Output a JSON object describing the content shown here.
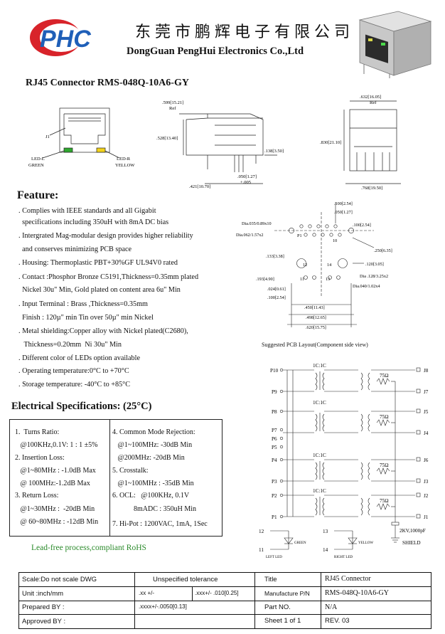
{
  "header": {
    "logo_text": "PHC",
    "company_cn": "东莞市鹏辉电子有限公司",
    "company_en": "DongGuan PengHui Electronics Co.,Ltd"
  },
  "part_title": "RJ45 Connector  RMS-048Q-10A6-GY",
  "drawing_labels": {
    "j1": "J1",
    "led_l": "LED-L",
    "green": "GREEN",
    "led_r": "LED-R",
    "yellow": "YELLOW",
    "dim_599": ".599[15.21]",
    "ref1": "Ref",
    "dim_528": ".528[13.40]",
    "dim_138": ".138[3.50]",
    "dim_050": ".050[1.27]",
    "dim_005": "+.005",
    "dim_421": ".421[10.70]",
    "dim_632": ".632[16.05]",
    "ref2": "Ref",
    "dim_830": ".830[21.10]",
    "dim_768": ".768[19.50]",
    "pcb_100a": ".100[2.54]",
    "pcb_050": ".050[1.27]",
    "pcb_100b": ".100[2.54]",
    "pcb_dia035": "Dia.035/0.89x10",
    "pcb_dia062": "Dia.062/1.57x2",
    "pcb_p1": "P1",
    "pcb_10": "10",
    "pcb_250": ".250[6.35]",
    "pcb_133": ".133[3.38]",
    "pcb_12": "12",
    "pcb_14": "14",
    "pcb_120": ".120[3.05]",
    "pcb_193": ".193[4.90]",
    "pcb_11": "11",
    "pcb_13": "13",
    "pcb_dia128": "Dia .128/3.25x2",
    "pcb_024": ".024[0.61]",
    "pcb_dia040": "Dia.040/1.02x4",
    "pcb_100c": ".100[2.54]",
    "pcb_450": ".450[11.43]",
    "pcb_498": ".498[12.65]",
    "pcb_620": ".620[15.75]"
  },
  "pcb_caption": "Suggested PCB Layout(Component side view)",
  "feature": {
    "heading": "Feature:",
    "lines": [
      ". Complies with IEEE standards and all Gigabit",
      "  specifications including 350uH with 8mA DC bias",
      ". Intergrated Mag-modular design provides higher reliability",
      "  and conserves minimizing PCB space",
      ". Housing: Thermoplastic PBT+30%GF UL94V0 rated",
      ". Contact :Phosphor Bronze C5191,Thickness=0.35mm plated",
      "  Nickel 30u\" Min, Gold plated on content area 6u\" Min",
      ". Input Terminal : Brass ,Thickness=0.35mm",
      "  Finish : 120µ\" min Tin over 50µ\" min Nickel",
      ". Metal shielding:Copper alloy with Nickel plated(C2680),",
      "   Thickness=0.20mm  Ni 30u\" Min",
      ". Different color of LEDs option available",
      ". Operating temperature:0°C to +70°C",
      ". Storage temperature: -40°C to +85°C"
    ]
  },
  "electrical": {
    "heading": "Electrical Specifications: (25°C)",
    "left": [
      "1.  Turns Ratio:",
      "   @100KHz,0.1V: 1 : 1 ±5%",
      "2. Insertion Loss:",
      "   @1~80MHz : -1.0dB Max",
      "   @ 100MHz:-1.2dB Max",
      "3. Return Loss:",
      "   @1~30MHz :  -20dB Min",
      "   @ 60~80MHz : -12dB Min"
    ],
    "right": [
      "4. Common Mode Rejection:",
      "   @1~100MHz: -30dB Min",
      "   @200MHz: -20dB Min",
      "5. Crosstalk:",
      "   @1~100MHz : -35dB Min",
      "6. OCL:   @100KHz, 0.1V",
      "            8mADC : 350uH Min",
      "7. Hi-Pot : 1200VAC, 1mA, 1Sec"
    ]
  },
  "rohs": "Lead-free process,compliant RoHS",
  "schematic": {
    "pins_left": [
      "P10",
      "P9",
      "P8",
      "P7",
      "P6",
      "P5",
      "P4",
      "P3",
      "P2",
      "P1"
    ],
    "pins_right": [
      "J8",
      "J7",
      "J5",
      "J4",
      "J6",
      "J3",
      "J2",
      "J1"
    ],
    "ratio": "1C:1C",
    "resistor": "75Ω",
    "cap": "2KV,1000pF",
    "shield": "SHIELD",
    "led_pins": [
      "12",
      "11",
      "13",
      "14"
    ],
    "green": "GREEN",
    "yellow": "YELLOW",
    "left_led": "LEFT LED",
    "right_led": "RIGHT LED"
  },
  "title_block": {
    "scale": "Scale:Do not scale DWG",
    "unspecified": "Unspecified tolerance",
    "title_label": "Title",
    "title_value": "RJ45 Connector",
    "unit": "Unit :inch/mm",
    "tol_xx": ".xx +/-",
    "tol_xxx": ".xxx+/- .010[0.25]",
    "mfr_label": "Manufacture P/N",
    "mfr_value": "RMS-048Q-10A6-GY",
    "prepared": "Prepared  BY :",
    "tol_xxxx": ".xxxx+/-.0050[0.13]",
    "part_label": "Part  NO.",
    "part_value": "N/A",
    "approved": "Approved  BY :",
    "sheet": "Sheet   1 of 1",
    "rev": "REV.  03"
  },
  "colors": {
    "logo_red": "#d8232a",
    "logo_blue": "#1f5fb8",
    "rohs_green": "#2a8a2a",
    "led_green": "#2fa82f",
    "led_yellow": "#f2d21b"
  }
}
